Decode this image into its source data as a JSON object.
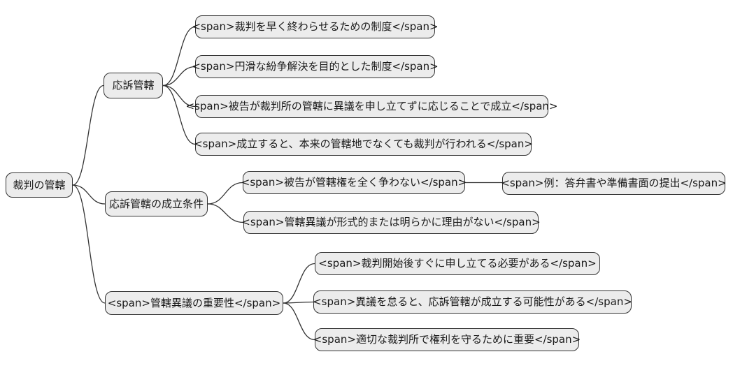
{
  "diagram": {
    "type": "mindmap",
    "title": "裁判の管轄"
  },
  "colors": {
    "background": "#ffffff",
    "node_fill": "#ececec",
    "node_border": "#333333",
    "edge": "#333333",
    "text": "#1a1a1a"
  },
  "mindmap": {
    "root": {
      "label": "裁判の管轄"
    },
    "branches": [
      {
        "label": "応訴管轄",
        "children": [
          {
            "label": "<span>裁判を早く終わらせるための制度</span>"
          },
          {
            "label": "<span>円滑な紛争解決を目的とした制度</span>"
          },
          {
            "label": "<span>被告が裁判所の管轄に異議を申し立てずに応じることで成立</span>"
          },
          {
            "label": "<span>成立すると、本来の管轄地でなくても裁判が行われる</span>"
          }
        ]
      },
      {
        "label": "応訴管轄の成立条件",
        "children": [
          {
            "label": "<span>被告が管轄権を全く争わない</span>",
            "children": [
              {
                "label": "<span>例：答弁書や準備書面の提出</span>"
              }
            ]
          },
          {
            "label": "<span>管轄異議が形式的または明らかに理由がない</span>"
          }
        ]
      },
      {
        "label": "<span>管轄異議の重要性</span>",
        "children": [
          {
            "label": "<span>裁判開始後すぐに申し立てる必要がある</span>"
          },
          {
            "label": "<span>異議を怠ると、応訴管轄が成立する可能性がある</span>"
          },
          {
            "label": "<span>適切な裁判所で権利を守るために重要</span>"
          }
        ]
      }
    ]
  }
}
